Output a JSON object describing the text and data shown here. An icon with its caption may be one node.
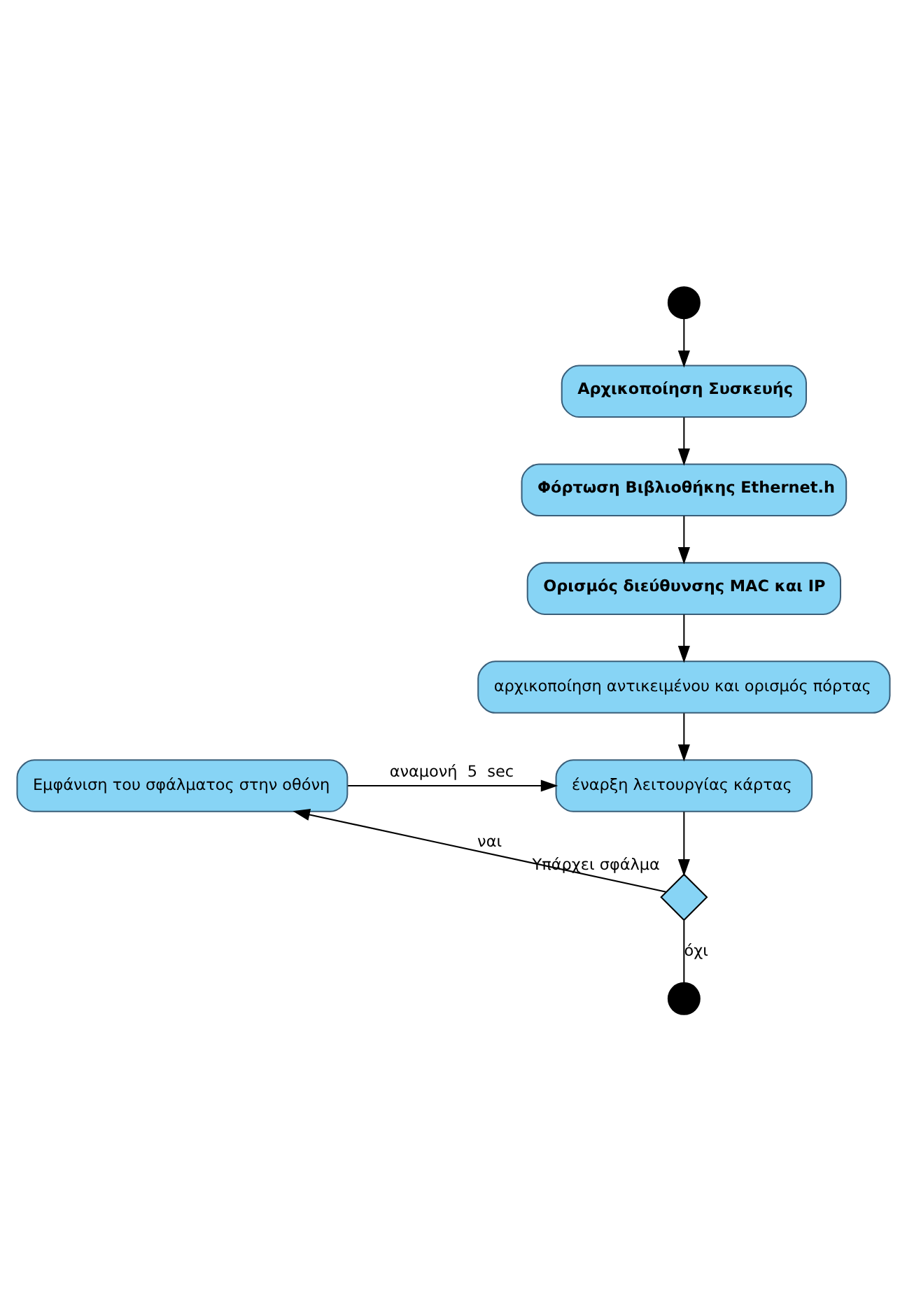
{
  "diagram": {
    "nodes": [
      {
        "text": [],
        "shape": "circle"
      },
      {
        "text": [
          "Αρχικοποίηση Συσκευής"
        ]
      },
      {
        "text": [
          "Φόρτωση Βιβλιοθήκης Ethernet.h"
        ]
      },
      {
        "text": [
          "Ορισμός διεύθυνσης MAC και IP"
        ]
      },
      {
        "text": [
          "αρχικοποίηση αντικειμένου και ορισμός πόρτας"
        ]
      },
      {
        "text": [
          "έναρξη λειτουργίας κάρτας"
        ]
      },
      {
        "text": [
          "Εμφάνιση του σφάλματος στην οθόνη"
        ]
      },
      {
        "text": [],
        "shape": "diamond",
        "beside": [
          "Υπάρχει σφάλμα"
        ]
      },
      {
        "text": [],
        "shape": "circle"
      }
    ],
    "edges": [
      {
        "from": 0,
        "to": 1,
        "arrow": "to"
      },
      {
        "from": 1,
        "to": 2,
        "arrow": "to"
      },
      {
        "from": 2,
        "to": 3,
        "arrow": "to"
      },
      {
        "from": 3,
        "to": 4,
        "arrow": "to"
      },
      {
        "from": 4,
        "to": 5,
        "arrow": "to"
      },
      {
        "from": 5,
        "to": 7,
        "arrow": "to"
      },
      {
        "from": 7,
        "to": 6,
        "arrow": "to",
        "label": "ναι"
      },
      {
        "from": 6,
        "to": 5,
        "arrow": "to",
        "label": "αναμονή  5  sec"
      },
      {
        "from": 7,
        "to": 8,
        "arrow": "none",
        "label": "όχι"
      }
    ]
  }
}
